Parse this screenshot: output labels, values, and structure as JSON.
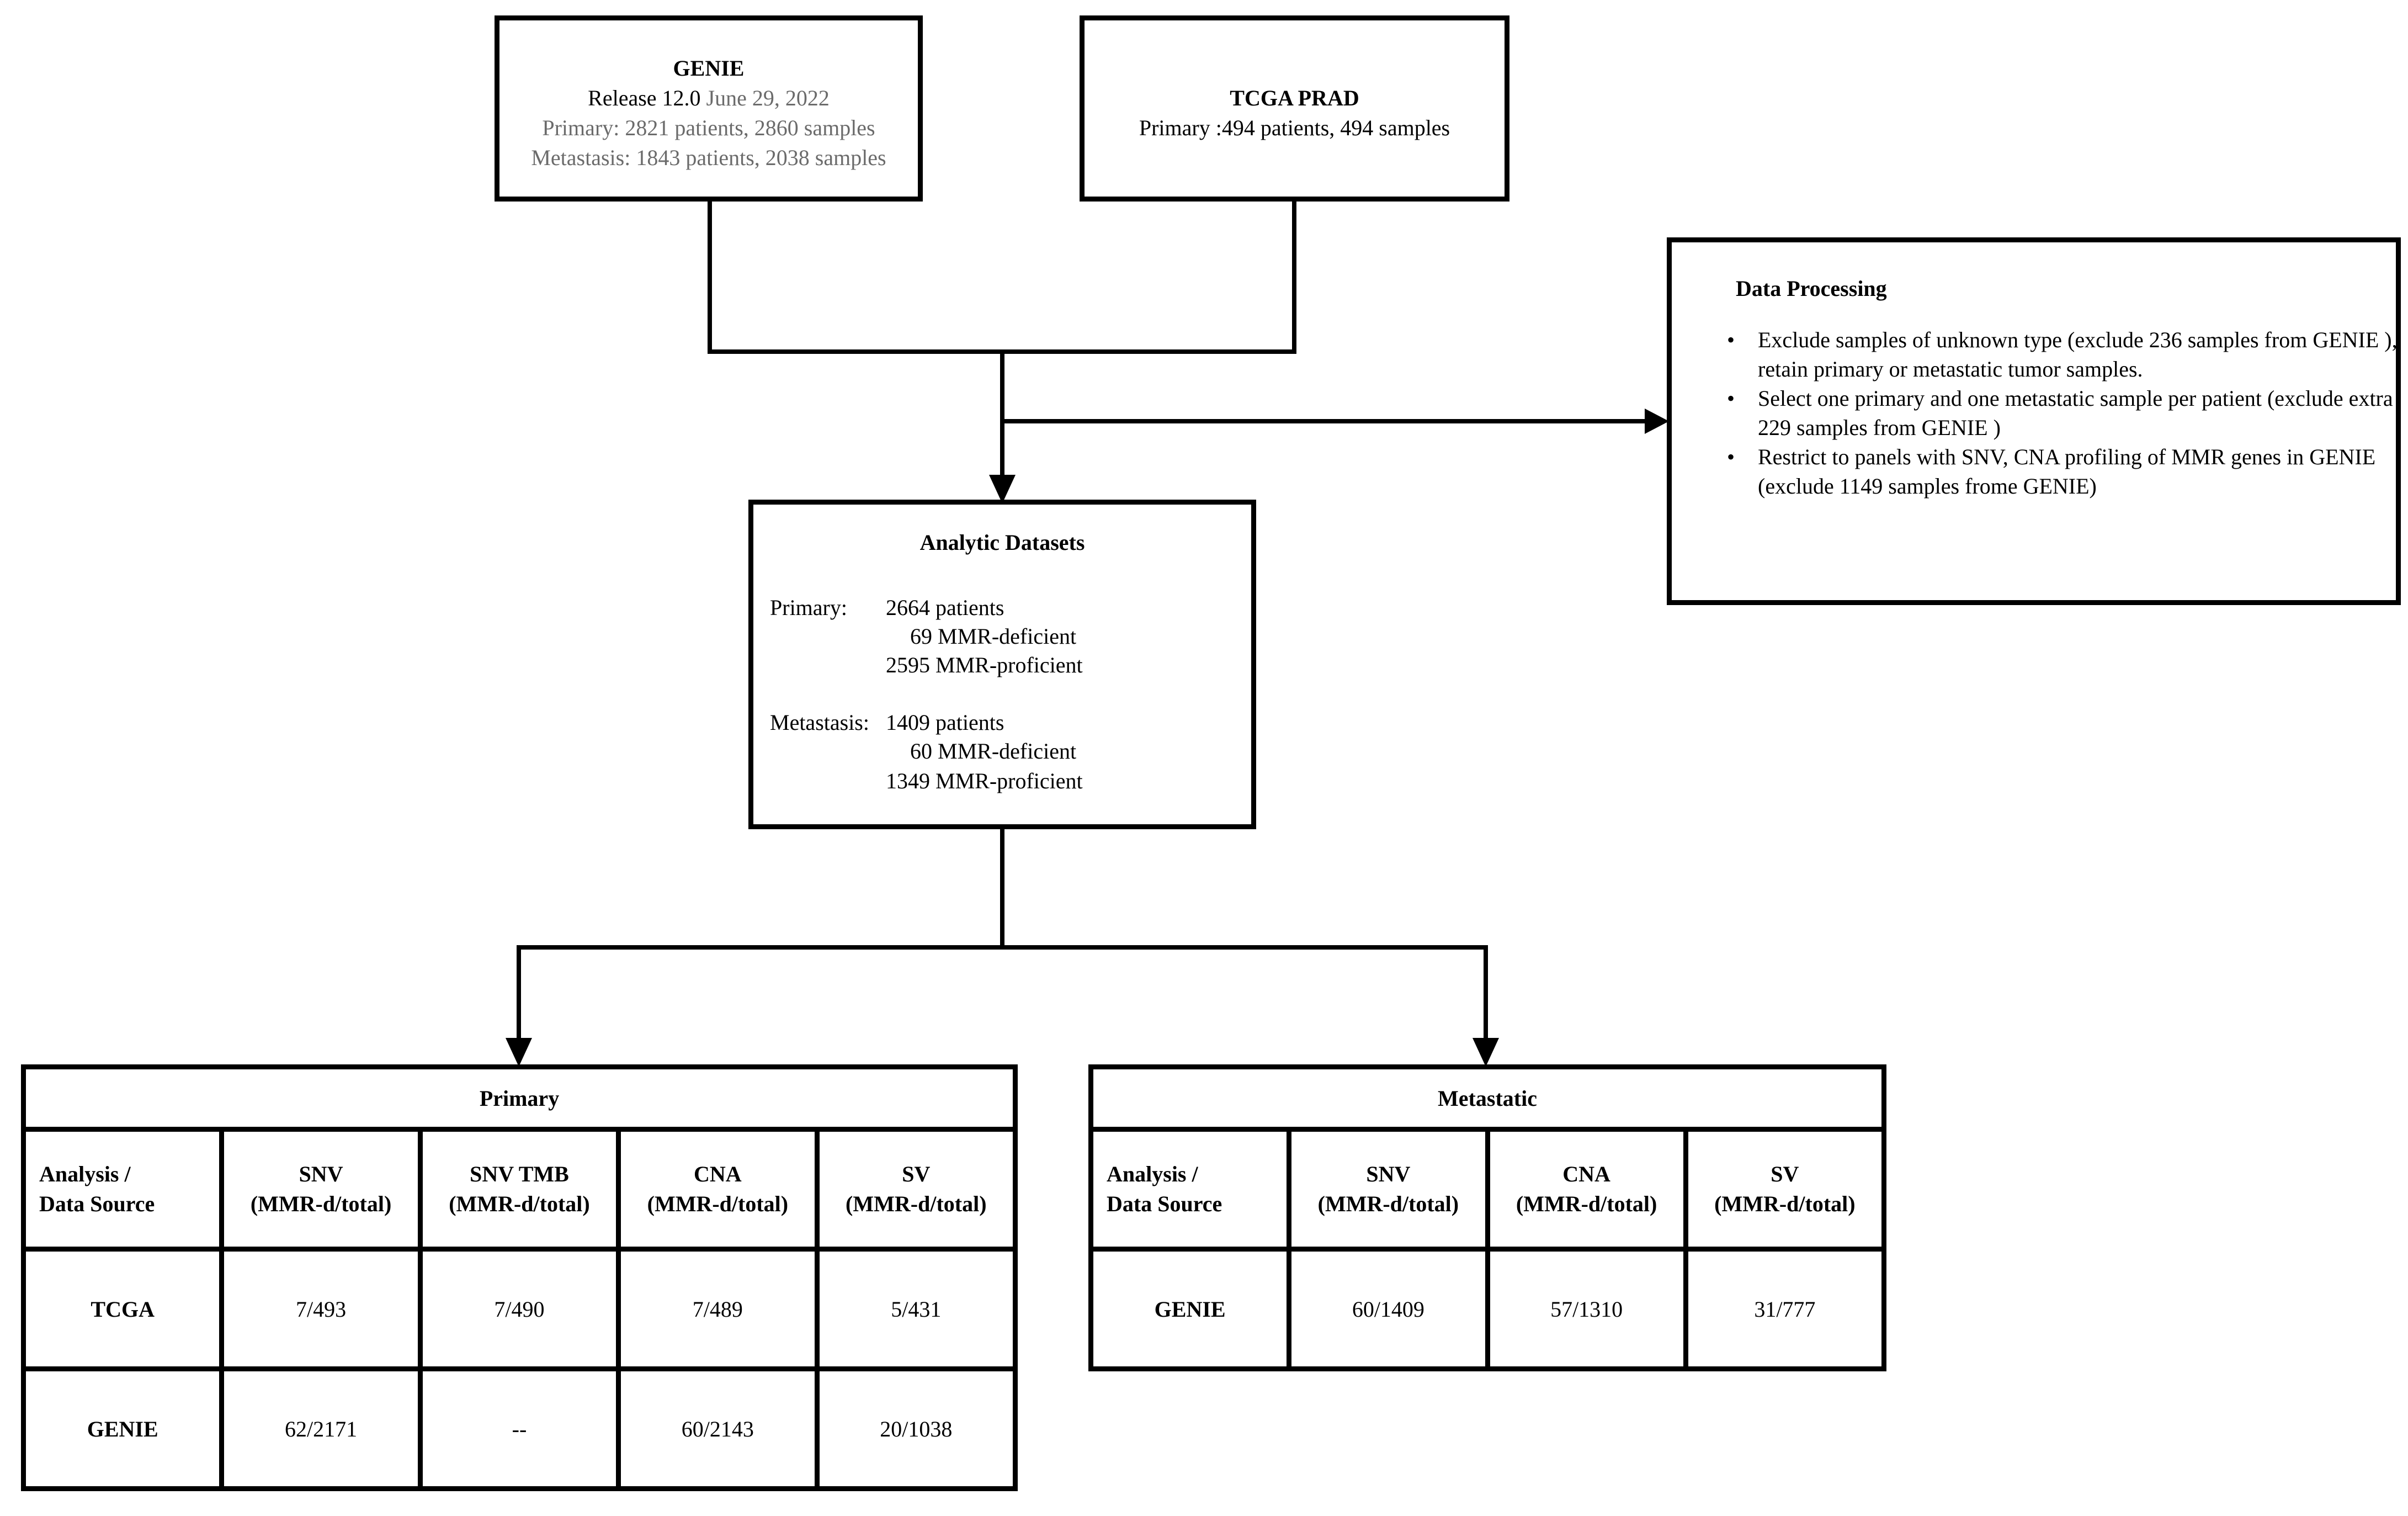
{
  "genie": {
    "title": "GENIE",
    "release_label": "Release 12.0",
    "release_date": " June 29, 2022",
    "primary": "Primary: 2821 patients, 2860 samples",
    "metastasis": "Metastasis: 1843 patients, 2038 samples"
  },
  "tcga": {
    "title": "TCGA PRAD",
    "primary": "Primary :494 patients, 494 samples"
  },
  "data_processing": {
    "title": "Data Processing",
    "items": [
      "Exclude samples of unknown type (exclude 236 samples from GENIE ), retain  primary or metastatic tumor samples.",
      "Select one primary and one metastatic sample per patient (exclude extra 229 samples from GENIE )",
      "Restrict to panels with SNV, CNA profiling of MMR genes in GENIE (exclude 1149 samples frome GENIE)"
    ]
  },
  "analytic": {
    "title": "Analytic Datasets",
    "primary_label": "Primary:",
    "primary_patients": "2664 patients",
    "primary_deficient": "69 MMR-deficient",
    "primary_proficient": "2595 MMR-proficient",
    "metastasis_label": "Metastasis:",
    "metastasis_patients": "1409 patients",
    "metastasis_deficient": "60 MMR-deficient",
    "metastasis_proficient": "1349 MMR-proficient"
  },
  "primary_table": {
    "title": "Primary",
    "corner": [
      "Analysis  /",
      "Data Source"
    ],
    "columns": [
      [
        "SNV",
        "(MMR-d/total)"
      ],
      [
        "SNV TMB",
        "(MMR-d/total)"
      ],
      [
        "CNA",
        "(MMR-d/total)"
      ],
      [
        "SV",
        "(MMR-d/total)"
      ]
    ],
    "rows": [
      {
        "source": "TCGA",
        "values": [
          "7/493",
          "7/490",
          "7/489",
          "5/431"
        ]
      },
      {
        "source": "GENIE",
        "values": [
          "62/2171",
          "--",
          "60/2143",
          "20/1038"
        ]
      }
    ]
  },
  "metastatic_table": {
    "title": "Metastatic",
    "corner": [
      "Analysis  /",
      "Data Source"
    ],
    "columns": [
      [
        "SNV",
        "(MMR-d/total)"
      ],
      [
        "CNA",
        "(MMR-d/total)"
      ],
      [
        "SV",
        "(MMR-d/total)"
      ]
    ],
    "rows": [
      {
        "source": "GENIE",
        "values": [
          "60/1409",
          "57/1310",
          "31/777"
        ]
      }
    ]
  }
}
